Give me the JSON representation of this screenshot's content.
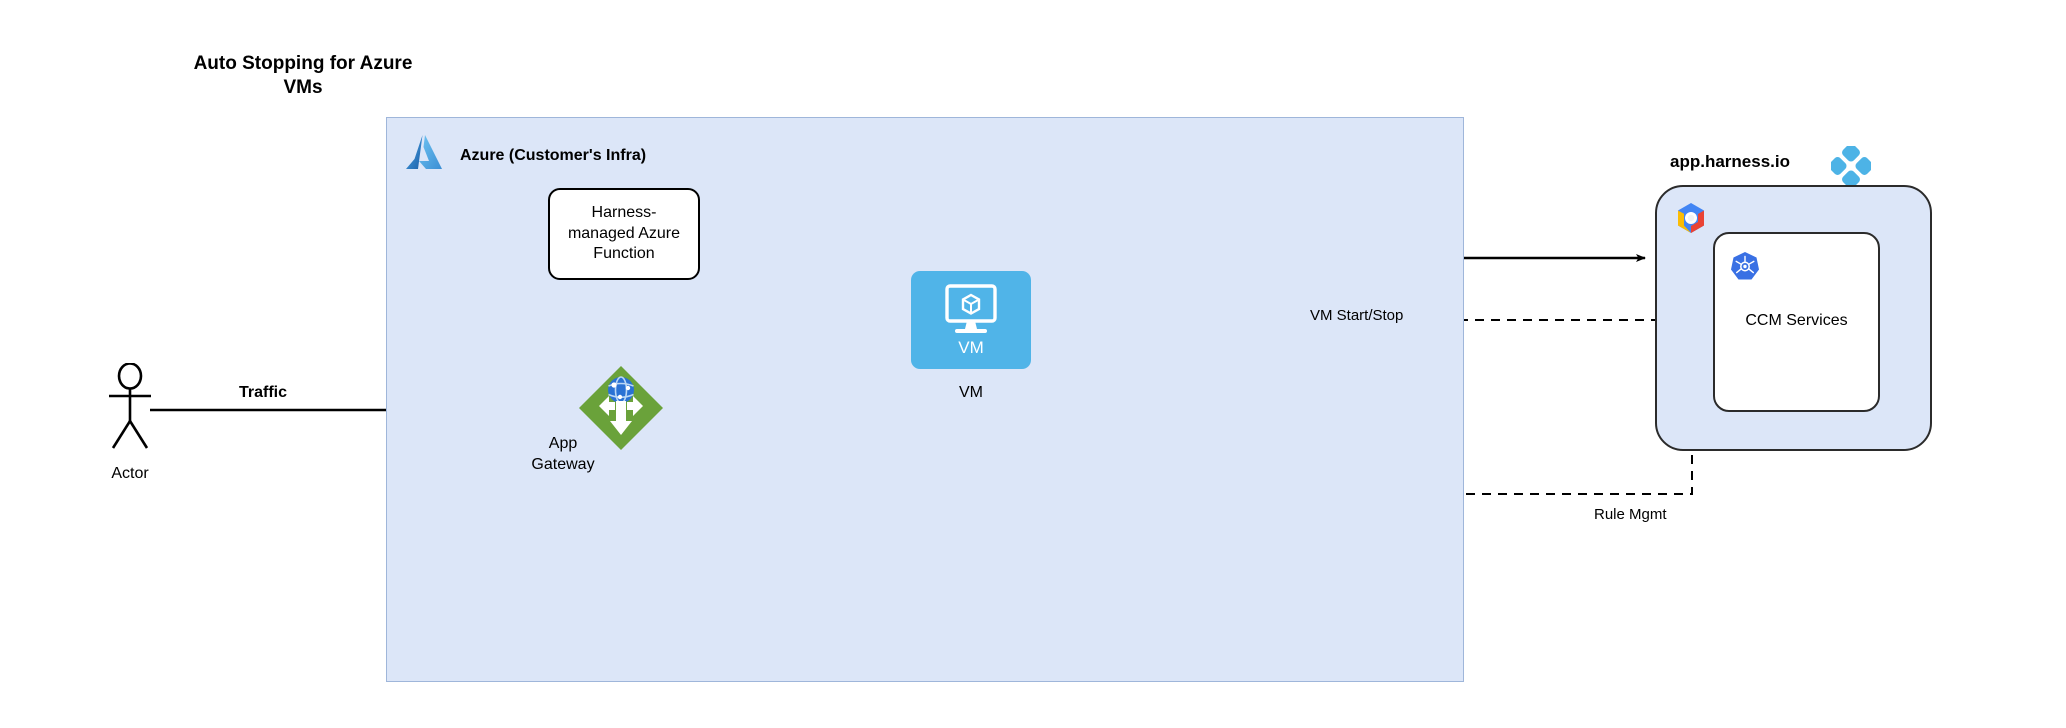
{
  "title": {
    "line1": "Auto Stopping for Azure",
    "line2": "VMs"
  },
  "azure": {
    "label": "Azure (Customer's Infra)",
    "logo_icon": "azure-logo-icon",
    "fill_color": "#dce6f8",
    "border_color": "#9fb6da"
  },
  "nodes": {
    "function": {
      "label_line1": "Harness-",
      "label_line2": "managed Azure",
      "label_line3": "Function",
      "fill_color": "#ffffff",
      "border_color": "#000000"
    },
    "app_gateway": {
      "icon": "app-gateway-icon",
      "label_line1": "App",
      "label_line2": "Gateway",
      "icon_color": "#6aa23a"
    },
    "vm": {
      "icon": "virtual-machine-icon",
      "inner_label": "VM",
      "label": "VM",
      "icon_color": "#50b4e8"
    },
    "harness_cloud": {
      "title": "app.harness.io",
      "logo_icon": "harness-logo-icon",
      "logo_color": "#4db3e6",
      "gcp_icon": "gcp-logo-icon",
      "fill_color": "#dce6f8",
      "border_color": "#2b2b2b"
    },
    "ccm": {
      "label": "CCM Services",
      "k8s_icon": "kubernetes-logo-icon",
      "k8s_color": "#3970e4",
      "fill_color": "#ffffff",
      "border_color": "#2b2b2b"
    },
    "actor": {
      "icon": "actor-stick-figure-icon",
      "label": "Actor"
    }
  },
  "edges": {
    "traffic": "Traffic",
    "vm_start_stop": "VM Start/Stop",
    "rule_mgmt": "Rule Mgmt"
  }
}
